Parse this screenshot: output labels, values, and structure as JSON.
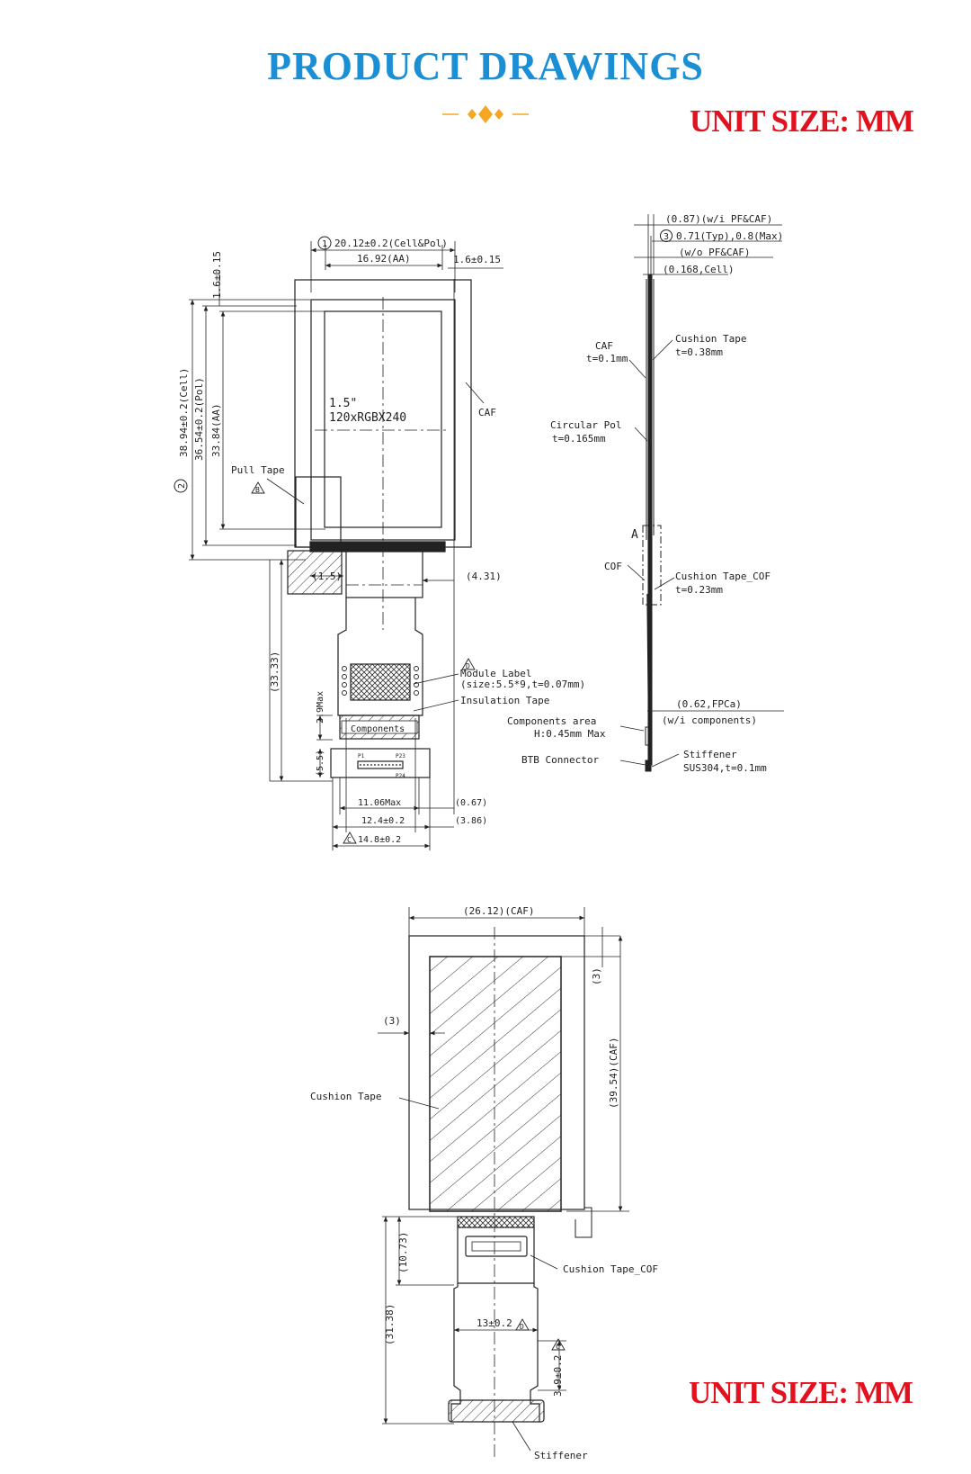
{
  "header": {
    "title": "PRODUCT DRAWINGS",
    "unit_label_top": "UNIT SIZE: MM",
    "unit_label_bottom": "UNIT SIZE: MM"
  },
  "colors": {
    "title": "#1a8fd6",
    "unit_label": "#e3101e",
    "ornament": "#f5a623",
    "line": "#222222"
  },
  "front_view": {
    "dim_width_cell": "20.12±0.2(Cell&Pol)",
    "dim_width_aa": "16.92(AA)",
    "dim_offset_right": "1.6±0.15",
    "dim_offset_top": "1.6±0.15",
    "dim_height_cell": "38.94±0.2(Cell)",
    "dim_height_pol": "36.54±0.2(Pol)",
    "dim_height_aa": "33.84(AA)",
    "caf_label": "CAF",
    "display_size": "1.5\"",
    "display_res": "120xRGBX240",
    "pull_tape_label": "Pull Tape",
    "dim_fpc_offset": "(1.5)",
    "dim_fpc_right": "(4.31)",
    "dim_fpc_len": "(33.33)",
    "dim_components_h": "2.9Max",
    "dim_connector": "(5.5)",
    "module_label_line1": "Module Label",
    "module_label_line2": "(size:5.5*9,t=0.07mm)",
    "insulation_tape_label": "Insulation Tape",
    "components_label": "Components",
    "pin_p1": "P1",
    "pin_p23": "P23",
    "pin_p24": "P24",
    "dim_width_max": "11.06Max",
    "dim_fpc_width": "12.4±0.2",
    "dim_total_width": "14.8±0.2",
    "dim_067": "(0.67)",
    "dim_386": "(3.86)",
    "note_1": "1",
    "note_2": "2",
    "note_3": "3",
    "note_b": "B",
    "note_c": "C",
    "note_d": "D"
  },
  "side_view": {
    "dim_caf_total": "(0.87)(w/i PF&CAF)",
    "dim_typ": "0.71(Typ),0.8(Max)",
    "dim_wo": "(w/o PF&CAF)",
    "dim_cell": "(0.168,Cell)",
    "caf_label": "CAF",
    "caf_t": "t=0.1mm",
    "cushion_label": "Cushion Tape",
    "cushion_t": "t=0.38mm",
    "pol_label": "Circular Pol",
    "pol_t": "t=0.165mm",
    "section_a": "A",
    "cof_label": "COF",
    "cushion_cof_label": "Cushion Tape_COF",
    "cushion_cof_t": "t=0.23mm",
    "fpca_dim": "(0.62,FPCa)",
    "fpca_wi": "(w/i components)",
    "components_area": "Components area",
    "components_h": "H:0.45mm Max",
    "btb_label": "BTB Connector",
    "stiffener_label": "Stiffener",
    "stiffener_spec": "SUS304,t=0.1mm"
  },
  "back_view": {
    "dim_caf_width": "(26.12)(CAF)",
    "dim_top_3": "(3)",
    "dim_left_3": "(3)",
    "dim_caf_height": "(39.54)(CAF)",
    "cushion_label": "Cushion Tape",
    "cushion_cof_label": "Cushion Tape_COF",
    "dim_1073": "(10.73)",
    "dim_3138": "(31.38)",
    "dim_13": "13±0.2",
    "dim_39": "3.9±0.2",
    "stiffener_label": "Stiffener",
    "note_d": "D",
    "note_c": "C"
  }
}
